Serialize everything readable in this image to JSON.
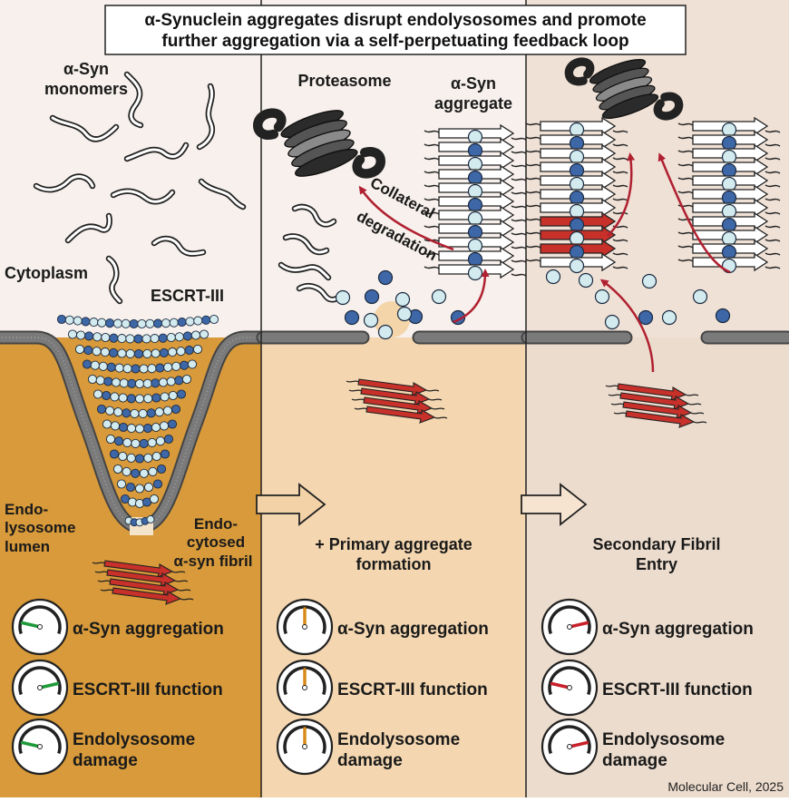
{
  "title": {
    "line1": "α-Synuclein aggregates disrupt endolysosomes and promote",
    "line2": "further aggregation via a self-perpetuating feedback loop"
  },
  "panel1": {
    "monomers_line1": "α-Syn",
    "monomers_line2": "monomers",
    "cytoplasm": "Cytoplasm",
    "escrt": "ESCRT-III",
    "lumen_line1": "Endo-",
    "lumen_line2": "lysosome",
    "lumen_line3": "lumen",
    "fibril_line1": "Endo-",
    "fibril_line2": "cytosed",
    "fibril_line3": "α-syn fibril",
    "gauges": [
      {
        "label": "α-Syn aggregation",
        "level": 0.15,
        "color": "#1f9a3a"
      },
      {
        "label": "ESCRT-III function",
        "level": 0.85,
        "color": "#1f9a3a"
      },
      {
        "label_line1": "Endolysosome",
        "label_line2": "damage",
        "level": 0.15,
        "color": "#1f9a3a"
      }
    ]
  },
  "panel2": {
    "proteasome": "Proteasome",
    "aggregate_line1": "α-Syn",
    "aggregate_line2": "aggregate",
    "collateral_line1": "Collateral",
    "collateral_line2": "degradation",
    "caption_line1": "+ Primary aggregate",
    "caption_line2": "formation",
    "gauges": [
      {
        "label": "α-Syn aggregation",
        "level": 0.5,
        "color": "#d98a1a"
      },
      {
        "label": "ESCRT-III function",
        "level": 0.5,
        "color": "#d98a1a"
      },
      {
        "label_line1": "Endolysosome",
        "label_line2": "damage",
        "level": 0.5,
        "color": "#d98a1a"
      }
    ]
  },
  "panel3": {
    "caption_line1": "Secondary Fibril",
    "caption_line2": "Entry",
    "gauges": [
      {
        "label": "α-Syn aggregation",
        "level": 0.85,
        "color": "#c8202a"
      },
      {
        "label": "ESCRT-III function",
        "level": 0.15,
        "color": "#c8202a"
      },
      {
        "label_line1": "Endolysosome",
        "label_line2": "damage",
        "level": 0.85,
        "color": "#c8202a"
      }
    ]
  },
  "credit": "Molecular Cell, 2025",
  "colors": {
    "cytoplasm": "#f7f0ec",
    "cytoplasm3": "#efe1d6",
    "lumen1": "#d89a3a",
    "lumen2": "#f4d7b0",
    "lumen3": "#ecdccd",
    "membrane": "#6e6e6e",
    "bead_dark": "#3e67a8",
    "bead_light": "#d3ebef",
    "fibril": "#c8302a",
    "arrow_red": "#b02030"
  },
  "icons": [
    "proteasome-icon",
    "gauge-icon",
    "fibril-icon",
    "monomer-icon",
    "bead-icon"
  ]
}
